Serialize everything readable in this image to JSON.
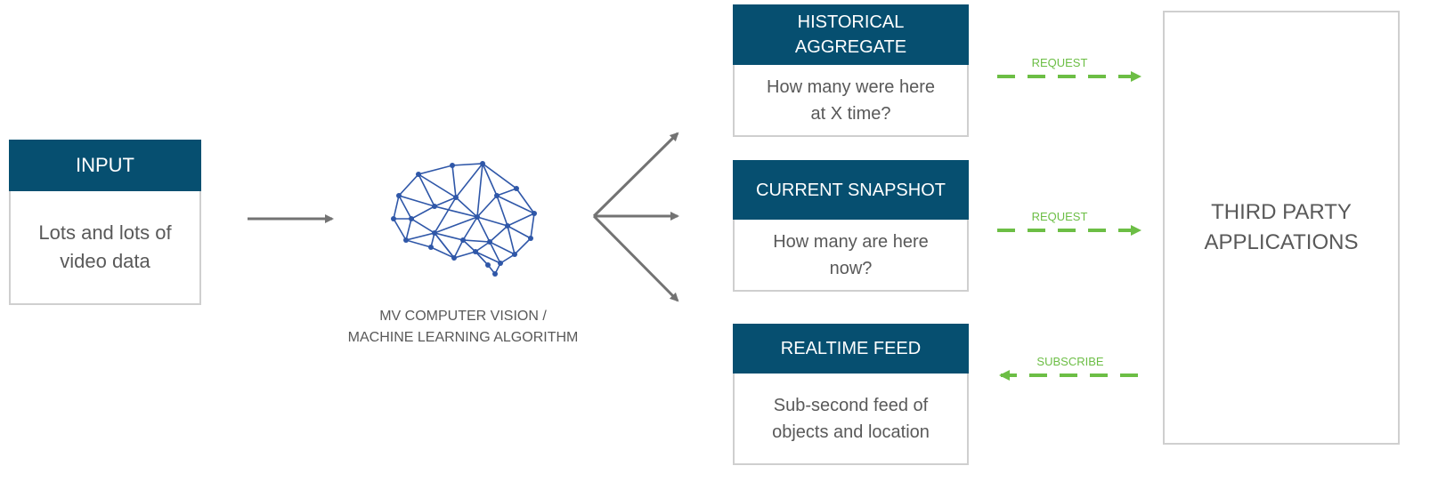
{
  "input": {
    "title": "INPUT",
    "body": "Lots and lots of video data"
  },
  "algorithm": {
    "caption_line1": "MV COMPUTER VISION /",
    "caption_line2": "MACHINE LEARNING ALGORITHM",
    "icon": "brain-network-icon"
  },
  "outputs": [
    {
      "title_line1": "HISTORICAL",
      "title_line2": "AGGREGATE",
      "body_line1": "How many were here",
      "body_line2": "at X time?",
      "link_label": "REQUEST",
      "link_direction": "right"
    },
    {
      "title": "CURRENT SNAPSHOT",
      "body_line1": "How many are here",
      "body_line2": "now?",
      "link_label": "REQUEST",
      "link_direction": "right"
    },
    {
      "title": "REALTIME FEED",
      "body_line1": "Sub-second feed of",
      "body_line2": "objects and location",
      "link_label": "SUBSCRIBE",
      "link_direction": "left"
    }
  ],
  "third_party": {
    "line1": "THIRD PARTY",
    "line2": "APPLICATIONS"
  },
  "colors": {
    "header_bg": "#064f70",
    "border": "#cfcfcf",
    "text": "#595959",
    "arrow_gray": "#737373",
    "link_green": "#6cbe45",
    "brain_blue": "#2f57a8"
  }
}
